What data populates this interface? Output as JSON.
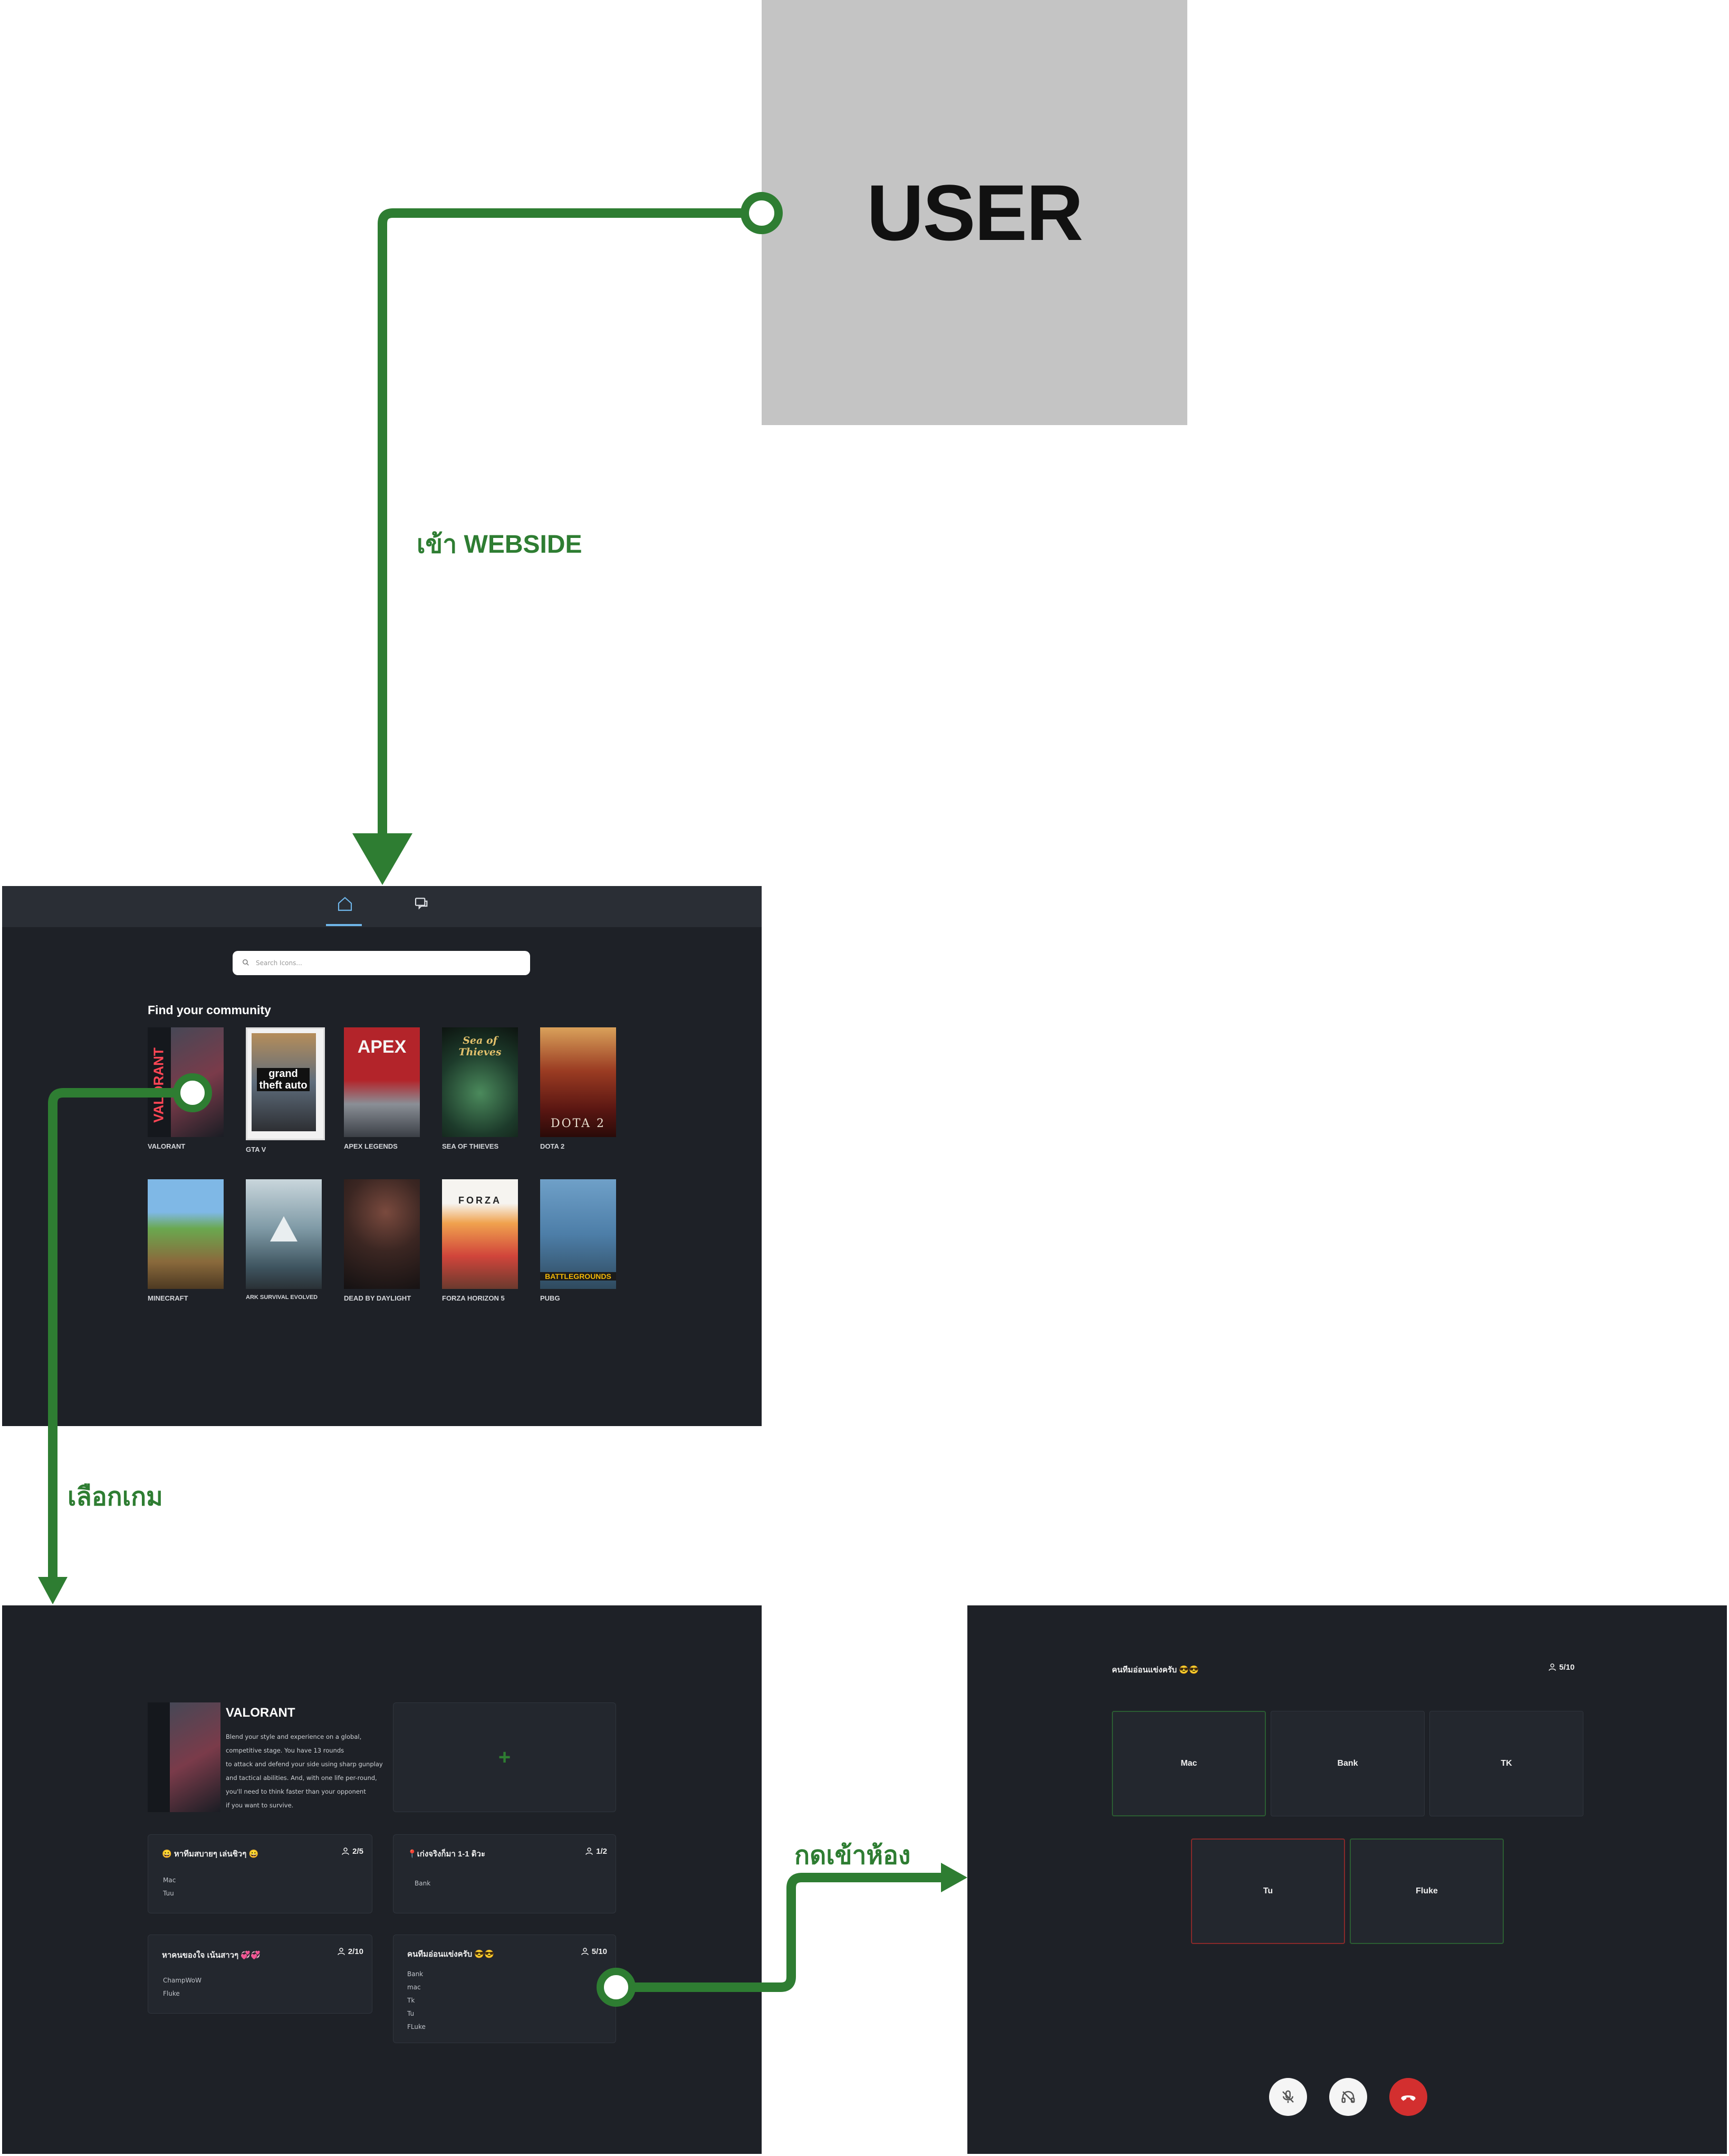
{
  "user_box": {
    "label": "USER"
  },
  "flow_labels": {
    "enter_website": "เข้า WEBSIDE",
    "choose_game": "เลือกเกม",
    "join_room": "กดเข้าห้อง"
  },
  "home_screen": {
    "nav": {
      "home_icon": "home-icon",
      "chat_icon": "chat-icon"
    },
    "search": {
      "placeholder": "Search Icons..."
    },
    "section_title": "Find your community",
    "games": [
      {
        "name": "VALORANT",
        "cover_text": "VALORANT"
      },
      {
        "name": "GTA V",
        "cover_text": "grand theft auto"
      },
      {
        "name": "APEX LEGENDS",
        "cover_text": "APEX"
      },
      {
        "name": "SEA OF THIEVES",
        "cover_text": "Sea of Thieves"
      },
      {
        "name": "DOTA 2",
        "cover_text": "DOTA 2"
      },
      {
        "name": "MINECRAFT",
        "cover_text": ""
      },
      {
        "name": "ARK SURVIVAL EVOLVED",
        "cover_text": ""
      },
      {
        "name": "DEAD BY DAYLIGHT",
        "cover_text": ""
      },
      {
        "name": "FORZA HORIZON 5",
        "cover_text": "FORZA"
      },
      {
        "name": "PUBG",
        "cover_text": "BATTLEGROUNDS"
      }
    ]
  },
  "game_screen": {
    "title": "VALORANT",
    "description_lines": [
      "Blend your style and experience on a global,",
      "competitive stage. You have 13 rounds",
      "to attack and defend your side using sharp gunplay",
      "and tactical abilities. And, with one life per-round,",
      "you'll need to think faster than your opponent",
      "if you want to survive."
    ],
    "add_room_label": "+",
    "rooms": [
      {
        "title": "😀 หาทีมสบายๆ เล่นชิวๆ 😀",
        "count": "2/5",
        "members": [
          "Mac",
          "Tuu"
        ]
      },
      {
        "title": "📍เก่งจริงก็มา 1-1 ดิวะ",
        "count": "1/2",
        "members": [
          "Bank"
        ]
      },
      {
        "title": "หาคนของใจ เน้นสาวๆ 💞💞",
        "count": "2/10",
        "members": [
          "ChampWoW",
          "Fluke"
        ]
      },
      {
        "title": "คนทีมอ่อนแข่งครับ 😎😎",
        "count": "5/10",
        "members": [
          "Bank",
          "mac",
          "Tk",
          "Tu",
          "FLuke"
        ]
      }
    ]
  },
  "voice_screen": {
    "room_title": "คนทีมอ่อนแข่งครับ 😎😎",
    "count": "5/10",
    "participants": [
      "Mac",
      "Bank",
      "TK",
      "Tu",
      "Fluke"
    ],
    "controls": [
      "mic-muted-icon",
      "headphones-off-icon",
      "hang-up-icon"
    ]
  },
  "colors": {
    "flow_green": "#2e7d32",
    "user_box_gray": "#c4c4c4",
    "screen_bg": "#1e2127",
    "navbar_bg": "#2a2e35",
    "accent_blue": "#6fb6ea",
    "hangup_red": "#d32f2f",
    "speaking_green": "#2b5d32",
    "muted_red": "#8a2a2a"
  }
}
